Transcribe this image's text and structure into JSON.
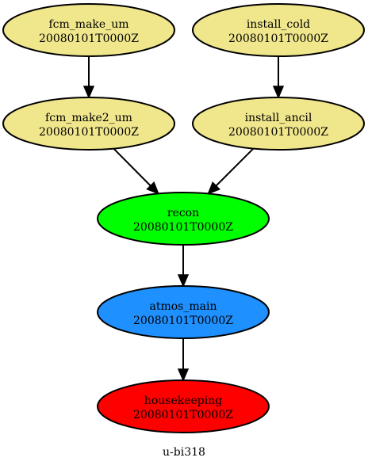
{
  "graph": {
    "title": "u-bi318",
    "nodes": [
      {
        "id": "fcm_make_um",
        "name": "fcm_make_um",
        "cycle": "20080101T0000Z",
        "fill": "#f0e68c"
      },
      {
        "id": "install_cold",
        "name": "install_cold",
        "cycle": "20080101T0000Z",
        "fill": "#f0e68c"
      },
      {
        "id": "fcm_make2_um",
        "name": "fcm_make2_um",
        "cycle": "20080101T0000Z",
        "fill": "#f0e68c"
      },
      {
        "id": "install_ancil",
        "name": "install_ancil",
        "cycle": "20080101T0000Z",
        "fill": "#f0e68c"
      },
      {
        "id": "recon",
        "name": "recon",
        "cycle": "20080101T0000Z",
        "fill": "#00ff00"
      },
      {
        "id": "atmos_main",
        "name": "atmos_main",
        "cycle": "20080101T0000Z",
        "fill": "#1e90ff"
      },
      {
        "id": "housekeeping",
        "name": "housekeeping",
        "cycle": "20080101T0000Z",
        "fill": "#ff0000"
      }
    ],
    "edges": [
      {
        "from": "fcm_make_um",
        "to": "fcm_make2_um"
      },
      {
        "from": "install_cold",
        "to": "install_ancil"
      },
      {
        "from": "fcm_make2_um",
        "to": "recon"
      },
      {
        "from": "install_ancil",
        "to": "recon"
      },
      {
        "from": "recon",
        "to": "atmos_main"
      },
      {
        "from": "atmos_main",
        "to": "housekeeping"
      }
    ]
  }
}
